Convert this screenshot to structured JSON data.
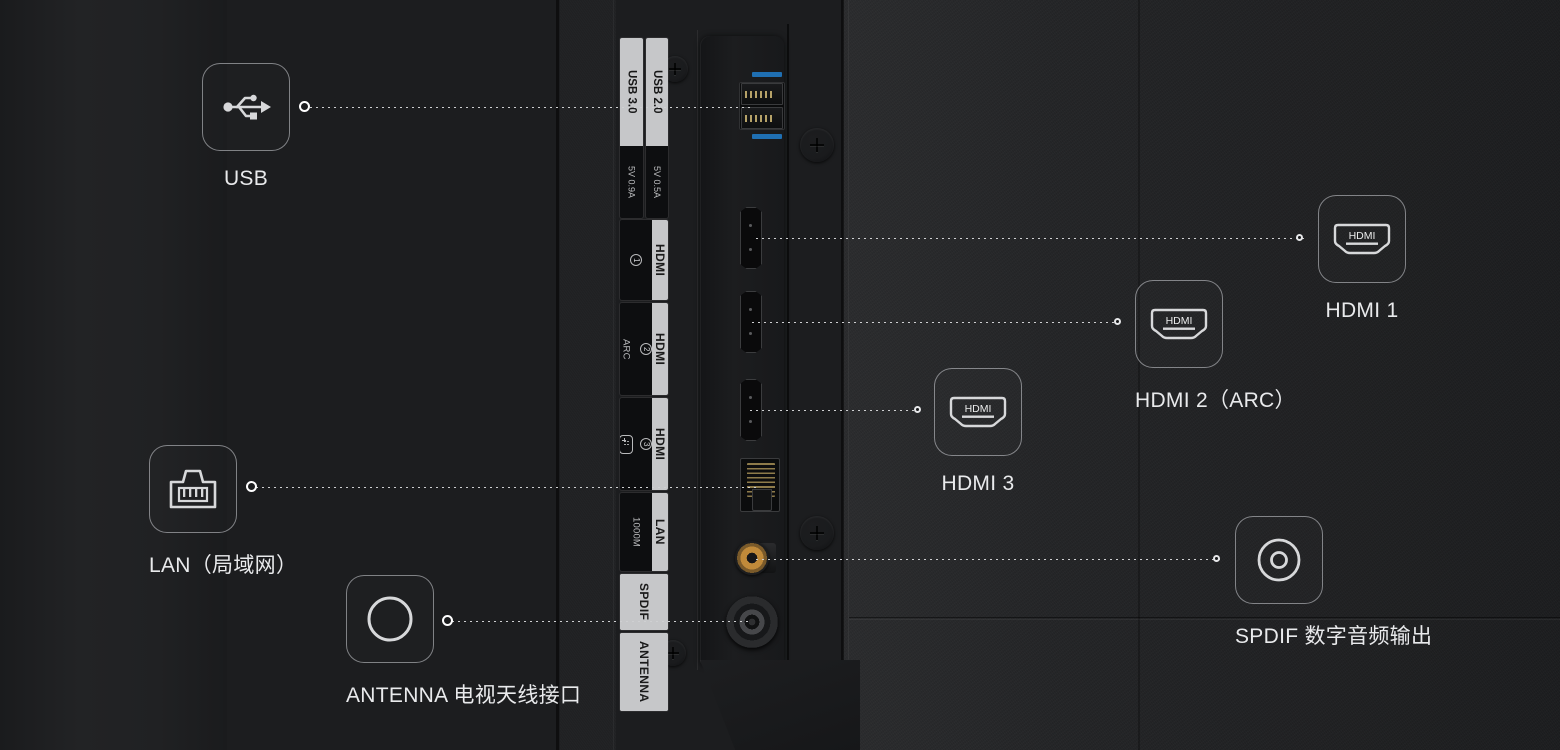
{
  "meta": {
    "subject": "TV rear input panel diagram",
    "background_color": "#1c1d1f",
    "accent_blue": "#1f6fb2",
    "accent_copper": "#c08a3a",
    "text_color": "#e9eaec"
  },
  "panel_labels": [
    {
      "id": "usb20",
      "caption": "USB 2.0",
      "sub": "5V 0.5A"
    },
    {
      "id": "usb30",
      "caption": "USB 3.0",
      "sub": "5V 0.9A"
    },
    {
      "id": "hdmi1",
      "caption": "HDMI",
      "num": "1",
      "sub": ""
    },
    {
      "id": "hdmi2",
      "caption": "HDMI",
      "num": "2",
      "sub": "ARC"
    },
    {
      "id": "hdmi3",
      "caption": "HDMI",
      "num": "3",
      "sub": ""
    },
    {
      "id": "lan",
      "caption": "LAN",
      "sub": "1000M"
    },
    {
      "id": "spdif",
      "caption": "SPDIF",
      "sub": ""
    },
    {
      "id": "antenna",
      "caption": "ANTENNA",
      "sub": ""
    }
  ],
  "callouts": [
    {
      "id": "usb",
      "label": "USB",
      "icon": "usb-icon"
    },
    {
      "id": "hdmi1",
      "label": "HDMI 1",
      "icon": "hdmi-icon",
      "icon_text": "HDMI"
    },
    {
      "id": "hdmi2",
      "label": "HDMI 2（ARC）",
      "icon": "hdmi-icon",
      "icon_text": "HDMI"
    },
    {
      "id": "hdmi3",
      "label": "HDMI 3",
      "icon": "hdmi-icon",
      "icon_text": "HDMI"
    },
    {
      "id": "lan",
      "label": "LAN（局域网）",
      "icon": "lan-rj45-icon"
    },
    {
      "id": "antenna",
      "label": "ANTENNA 电视天线接口",
      "icon": "antenna-circle-icon"
    },
    {
      "id": "spdif",
      "label": "SPDIF 数字音频输出",
      "icon": "spdif-coaxial-icon"
    }
  ]
}
